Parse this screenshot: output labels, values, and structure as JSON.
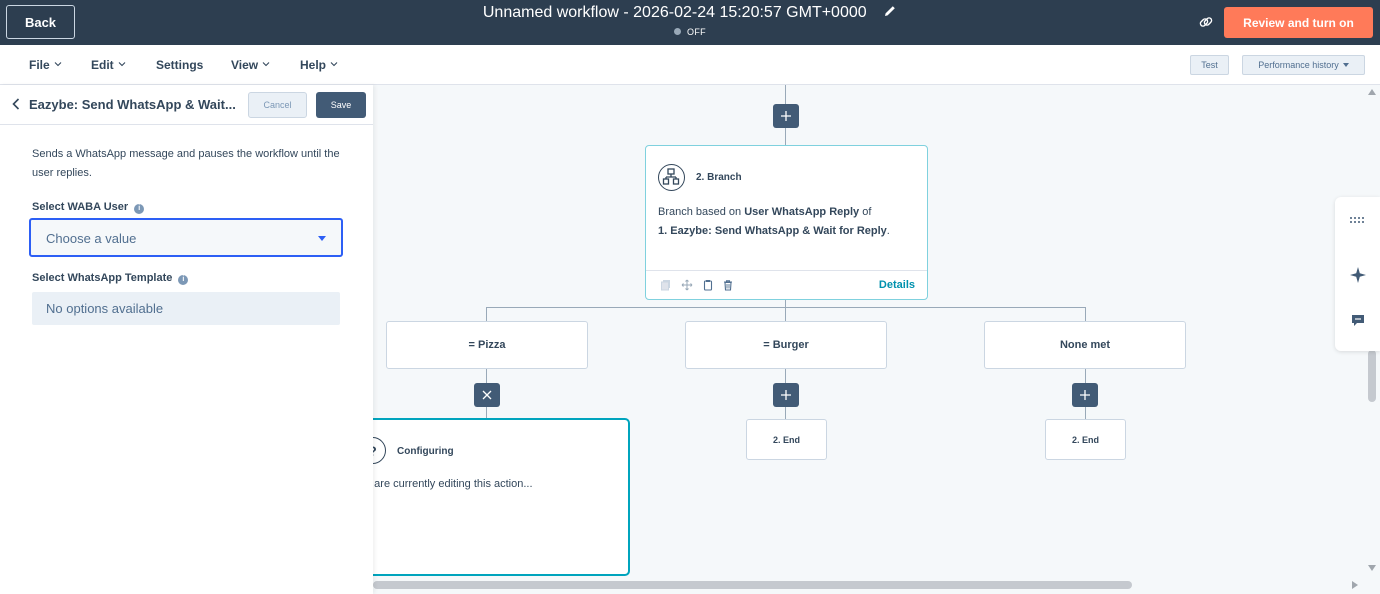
{
  "header": {
    "back_label": "Back",
    "workflow_title": "Unnamed workflow - 2026-02-24 15:20:57 GMT+0000",
    "status": "OFF",
    "review_button": "Review and turn on"
  },
  "menu": {
    "items": [
      "File",
      "Edit",
      "Settings",
      "View",
      "Help"
    ],
    "test_button": "Test",
    "performance_button": "Performance history"
  },
  "panel": {
    "title": "Eazybe: Send WhatsApp & Wait...",
    "cancel_label": "Cancel",
    "save_label": "Save",
    "description": "Sends a WhatsApp message and pauses the workflow until the user replies.",
    "waba_label": "Select WABA User",
    "waba_value": "Choose a value",
    "template_label": "Select WhatsApp Template",
    "template_value": "No options available"
  },
  "canvas": {
    "branch": {
      "label": "2. Branch",
      "desc_prefix": "Branch based on ",
      "desc_field": "User WhatsApp Reply",
      "desc_mid": " of",
      "desc_action": "1. Eazybe: Send WhatsApp & Wait for Reply",
      "desc_suffix": ".",
      "details_label": "Details"
    },
    "conditions": [
      "= Pizza",
      "= Burger",
      "None met"
    ],
    "end_label": "2. End",
    "configuring": {
      "title": "Configuring",
      "text": "u are currently editing this action..."
    }
  },
  "colors": {
    "topbar": "#2d3e50",
    "accent_orange": "#ff7a59",
    "teal": "#00a4bd",
    "focus_blue": "#2d5ff5"
  }
}
